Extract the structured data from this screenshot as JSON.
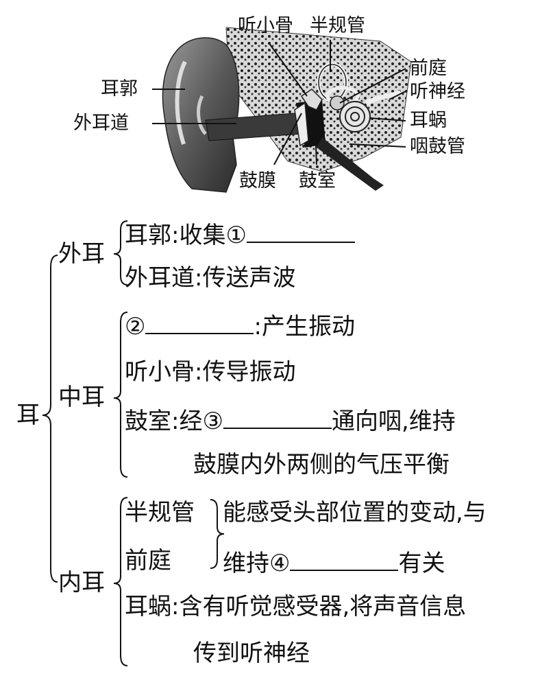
{
  "labels": {
    "ossicles": "听小骨",
    "semicircular": "半规管",
    "vestibule": "前庭",
    "auditory_nerve": "听神经",
    "auricle": "耳郭",
    "ear_canal": "外耳道",
    "cochlea": "耳蜗",
    "eustachian": "咽鼓管",
    "eardrum": "鼓膜",
    "tympanic": "鼓室"
  },
  "tree": {
    "root": "耳",
    "outer": {
      "name": "外耳",
      "auricle": {
        "part": "耳郭",
        "sep": ":",
        "desc": "收集",
        "mark": "①"
      },
      "canal": {
        "part": "外耳道",
        "sep": ":",
        "desc": "传送声波"
      }
    },
    "middle": {
      "name": "中耳",
      "eardrum": {
        "mark": "②",
        "sep": ":",
        "desc": "产生振动"
      },
      "ossicles": {
        "part": "听小骨",
        "sep": ":",
        "desc": "传导振动"
      },
      "tympanic": {
        "part": "鼓室",
        "sep": ":",
        "pre": "经",
        "mark": "③",
        "post": "通向咽,维持",
        "line2": "鼓膜内外两侧的气压平衡"
      }
    },
    "inner": {
      "name": "内耳",
      "semicircular": "半规管",
      "vestibule": "前庭",
      "shared_line1": "能感受头部位置的变动,与",
      "shared_pre": "维持",
      "shared_mark": "④",
      "shared_post": "有关",
      "cochlea": {
        "part": "耳蜗",
        "sep": ":",
        "desc": "含有听觉感受器,将声音信息",
        "line2": "传到听神经"
      }
    }
  }
}
